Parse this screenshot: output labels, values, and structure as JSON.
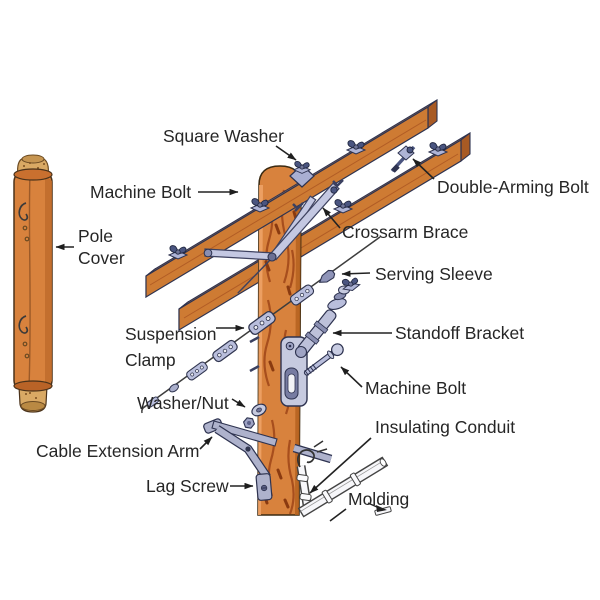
{
  "labels": {
    "square_washer": "Square Washer",
    "machine_bolt_top": "Machine Bolt",
    "pole_cover_line1": "Pole",
    "pole_cover_line2": "Cover",
    "double_arming_bolt": "Double-Arming Bolt",
    "crossarm_brace": "Crossarm Brace",
    "serving_sleeve": "Serving Sleeve",
    "suspension_clamp_line1": "Suspension",
    "suspension_clamp_line2": "Clamp",
    "standoff_bracket": "Standoff Bracket",
    "machine_bolt_lower": "Machine Bolt",
    "washer_nut": "Washer/Nut",
    "cable_extension_arm": "Cable Extension Arm",
    "insulating_conduit": "Insulating Conduit",
    "lag_screw": "Lag Screw",
    "molding": "Molding"
  },
  "colors": {
    "background": "#ffffff",
    "wood": "#D8823D",
    "wood_light": "#E99C58",
    "wood_face": "#CE7B33",
    "wood_shadow": "#B5621F",
    "wood_grain": "#A2491A",
    "wood_end": "#9E5520",
    "bare_wood": "#D9A964",
    "metal_light": "#C6CADF",
    "metal_mid": "#9FA4C4",
    "metal_dark": "#4A5580",
    "strap": "#C4C8E2",
    "steel_gray": "#AEB2CC",
    "outline": "#2E3350",
    "label_text": "#262626",
    "pointer": "#222222",
    "white_part": "#F7F7FA"
  }
}
